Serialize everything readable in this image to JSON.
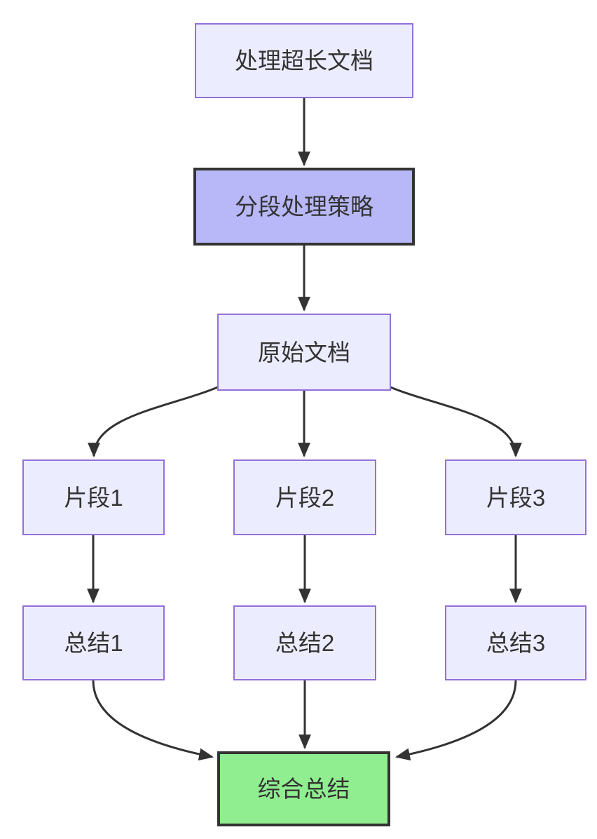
{
  "diagram": {
    "type": "flowchart-top-down",
    "nodes": {
      "task": {
        "label": "处理超长文档"
      },
      "strategy": {
        "label": "分段处理策略"
      },
      "doc": {
        "label": "原始文档"
      },
      "seg1": {
        "label": "片段1"
      },
      "seg2": {
        "label": "片段2"
      },
      "seg3": {
        "label": "片段3"
      },
      "sum1": {
        "label": "总结1"
      },
      "sum2": {
        "label": "总结2"
      },
      "sum3": {
        "label": "总结3"
      },
      "final": {
        "label": "综合总结"
      }
    },
    "edges": [
      {
        "from": "task",
        "to": "strategy"
      },
      {
        "from": "strategy",
        "to": "doc"
      },
      {
        "from": "doc",
        "to": "seg1"
      },
      {
        "from": "doc",
        "to": "seg2"
      },
      {
        "from": "doc",
        "to": "seg3"
      },
      {
        "from": "seg1",
        "to": "sum1"
      },
      {
        "from": "seg2",
        "to": "sum2"
      },
      {
        "from": "seg3",
        "to": "sum3"
      },
      {
        "from": "sum1",
        "to": "final"
      },
      {
        "from": "sum2",
        "to": "final"
      },
      {
        "from": "sum3",
        "to": "final"
      }
    ],
    "colors": {
      "node_fill": "#ECECFF",
      "node_border": "#9370DB",
      "strategy_fill": "#B8B8F8",
      "final_fill": "#90EE90",
      "dark_border": "#333333",
      "edge": "#333333",
      "text": "#333333",
      "background": "#FFFFFF"
    }
  }
}
